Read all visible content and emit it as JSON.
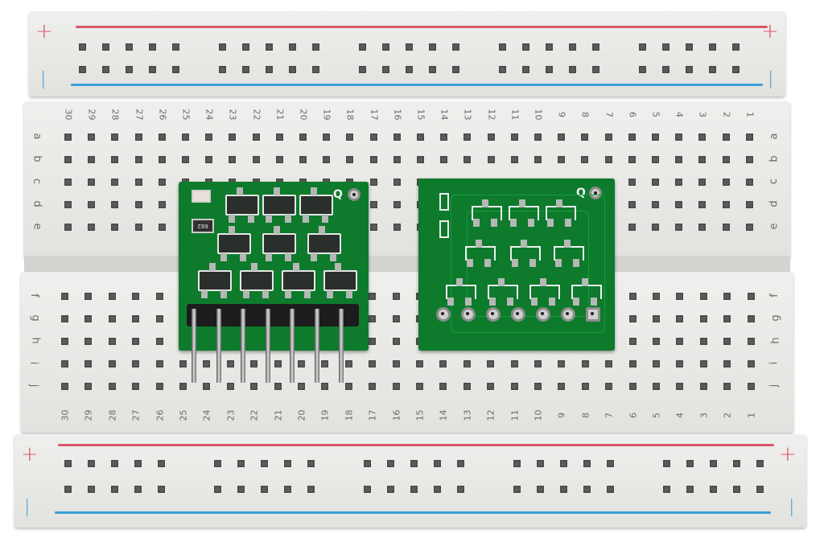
{
  "scene": {
    "description": "Half-size solderless breadboard with two small green PCB modules",
    "colors": {
      "board": "#e9e9e6",
      "positive_rail": "#d9576a",
      "negative_rail": "#3a9fd6",
      "pcb_green": "#0d7a2c",
      "hole": "#5b5b5b"
    }
  },
  "top_rail": {
    "plus_label": "+",
    "minus_label": "|"
  },
  "bottom_rail": {
    "plus_label": "+",
    "minus_label": "|"
  },
  "column_numbers": [
    "30",
    "29",
    "28",
    "27",
    "26",
    "25",
    "24",
    "23",
    "22",
    "21",
    "20",
    "19",
    "18",
    "17",
    "16",
    "15",
    "14",
    "13",
    "12",
    "11",
    "10",
    "9",
    "8",
    "7",
    "6",
    "5",
    "4",
    "3",
    "2",
    "1"
  ],
  "row_letters_top": [
    "a",
    "b",
    "c",
    "d",
    "e"
  ],
  "row_letters_bottom": [
    "f",
    "g",
    "h",
    "i",
    "j"
  ],
  "left_module": {
    "name": "transistor array module (populated)",
    "resistor_label": "682",
    "logo": "Q",
    "transistor_count": 10,
    "header_pins": 7
  },
  "right_module": {
    "name": "transistor array module (bare footprints)",
    "logo": "Q",
    "through_holes": 7
  }
}
